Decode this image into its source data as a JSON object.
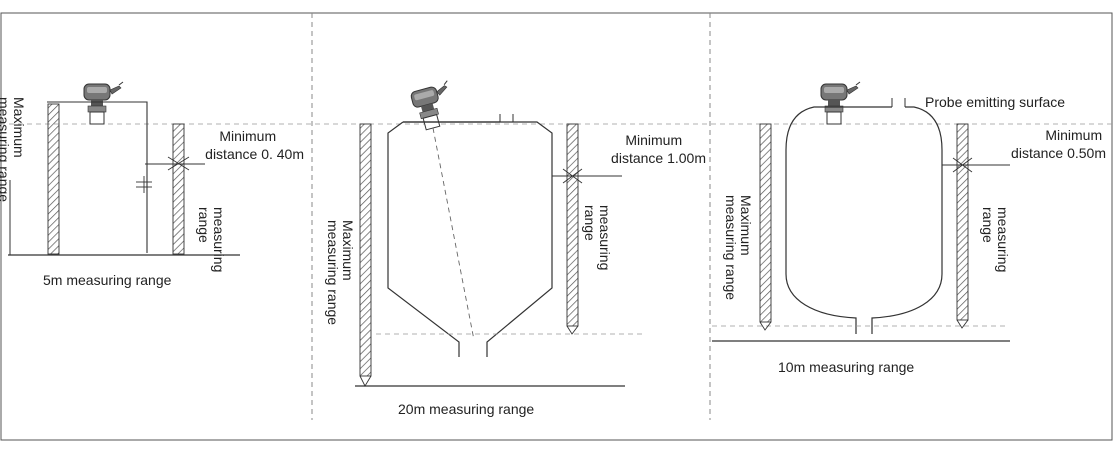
{
  "panels": {
    "left": {
      "caption": "5m measuring range",
      "max_range_label": [
        "Maximum",
        "measuring range"
      ],
      "min_distance_label": [
        "Minimum",
        "distance 0. 40m"
      ],
      "measuring_range_label": [
        "measuring",
        "range"
      ]
    },
    "middle": {
      "caption": "20m measuring range",
      "max_range_label": [
        "Maximum",
        "measuring range"
      ],
      "min_distance_label": [
        "Minimum",
        "distance 1.00m"
      ],
      "measuring_range_label": [
        "measuring",
        "range"
      ]
    },
    "right": {
      "caption": "10m measuring range",
      "probe_label": "Probe emitting surface",
      "max_range_label": [
        "Maximum",
        "measuring range"
      ],
      "min_distance_label": [
        "Minimum",
        "distance 0.50m"
      ],
      "measuring_range_label": [
        "measuring",
        "range"
      ]
    }
  }
}
